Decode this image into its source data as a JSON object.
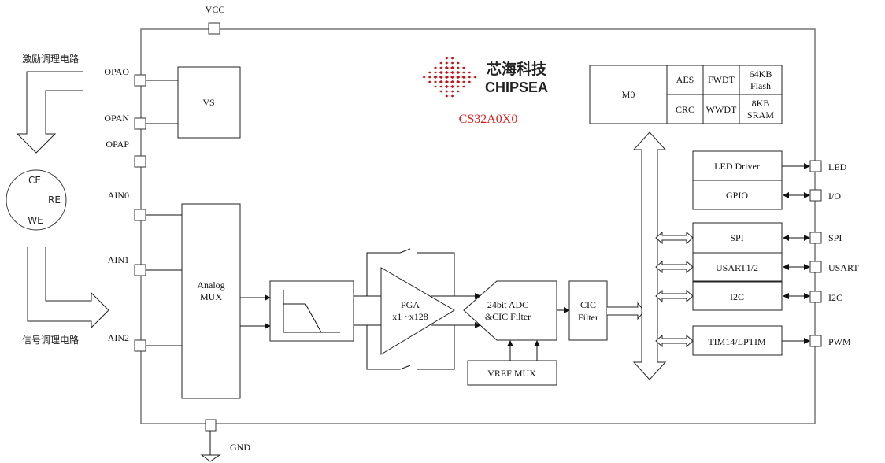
{
  "diagram": {
    "title": "CS32A0X0",
    "brand": {
      "cn": "芯海科技",
      "en": "CHIPSEA",
      "color": "#c0171c"
    },
    "power_pins": {
      "vcc": "VCC",
      "gnd": "GND"
    },
    "left_pins": [
      "OPAO",
      "OPAN",
      "OPAP",
      "AIN0",
      "AIN1",
      "AIN2"
    ],
    "right_pins": [
      "LED",
      "I/O",
      "SPI",
      "USART",
      "I2C",
      "PWM"
    ],
    "external": {
      "excitation_label": "激励调理电路",
      "signal_label": "信号调理电路",
      "sensor_electrodes": [
        "CE",
        "RE",
        "WE"
      ]
    },
    "blocks": {
      "vs": "VS",
      "analog_mux": [
        "Analog",
        "MUX"
      ],
      "pga": [
        "PGA",
        "x1 ~x128"
      ],
      "adc": [
        "24bit ADC",
        "&CIC Filter"
      ],
      "cic": [
        "CIC",
        "Filter"
      ],
      "vref_mux": "VREF MUX",
      "core": "M0",
      "memory_grid": [
        [
          "AES",
          "FWDT",
          "64KB|Flash"
        ],
        [
          "CRC",
          "WWDT",
          "8KB|SRAM"
        ]
      ],
      "led_driver": "LED Driver",
      "gpio": "GPIO",
      "spi": "SPI",
      "usart": "USART1/2",
      "i2c": "I2C",
      "tim": "TIM14/LPTIM"
    }
  }
}
